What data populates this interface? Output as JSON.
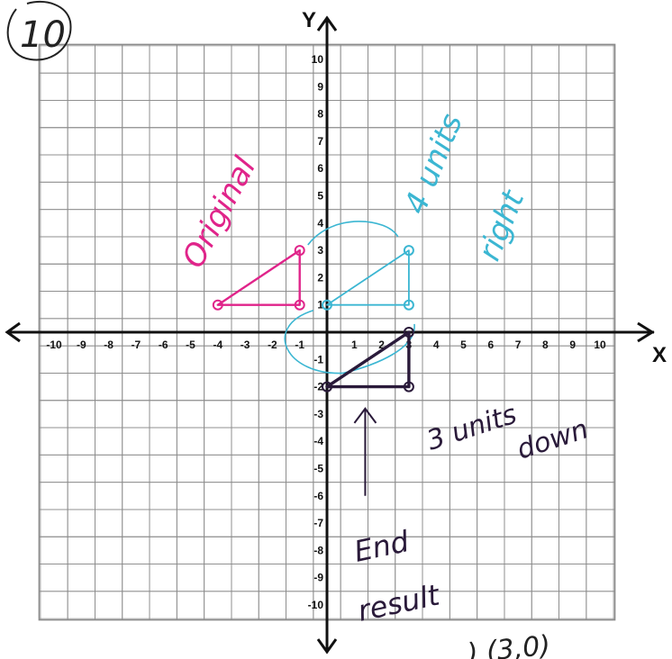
{
  "problem_number": "10",
  "axes": {
    "x_name": "X",
    "y_name": "Y",
    "x_range": [
      -10,
      10
    ],
    "y_range": [
      -10,
      10
    ],
    "grid": true
  },
  "annotations": {
    "original": "Original",
    "translate_right": [
      "4 units",
      "right"
    ],
    "translate_down": [
      "3 units",
      "down"
    ],
    "end_result": [
      "End",
      "result"
    ],
    "bottom_partial": ") (3,0)"
  },
  "colors": {
    "original": "#e0248a",
    "shifted": "#3bb6d2",
    "final": "#2a1a3a",
    "grid": "#8c8c8c",
    "axis": "#111111"
  },
  "shapes": {
    "original_triangle": [
      [
        -4,
        1
      ],
      [
        -1,
        1
      ],
      [
        -1,
        3
      ]
    ],
    "shifted_triangle": [
      [
        3,
        1
      ],
      [
        3,
        3
      ],
      [
        0,
        1
      ]
    ],
    "final_triangle": [
      [
        0,
        -2
      ],
      [
        3,
        -2
      ],
      [
        3,
        0
      ]
    ]
  },
  "arrows": {
    "end_result_arrow": {
      "from": [
        1.4,
        -6
      ],
      "to": [
        1.4,
        -2.8
      ]
    }
  }
}
